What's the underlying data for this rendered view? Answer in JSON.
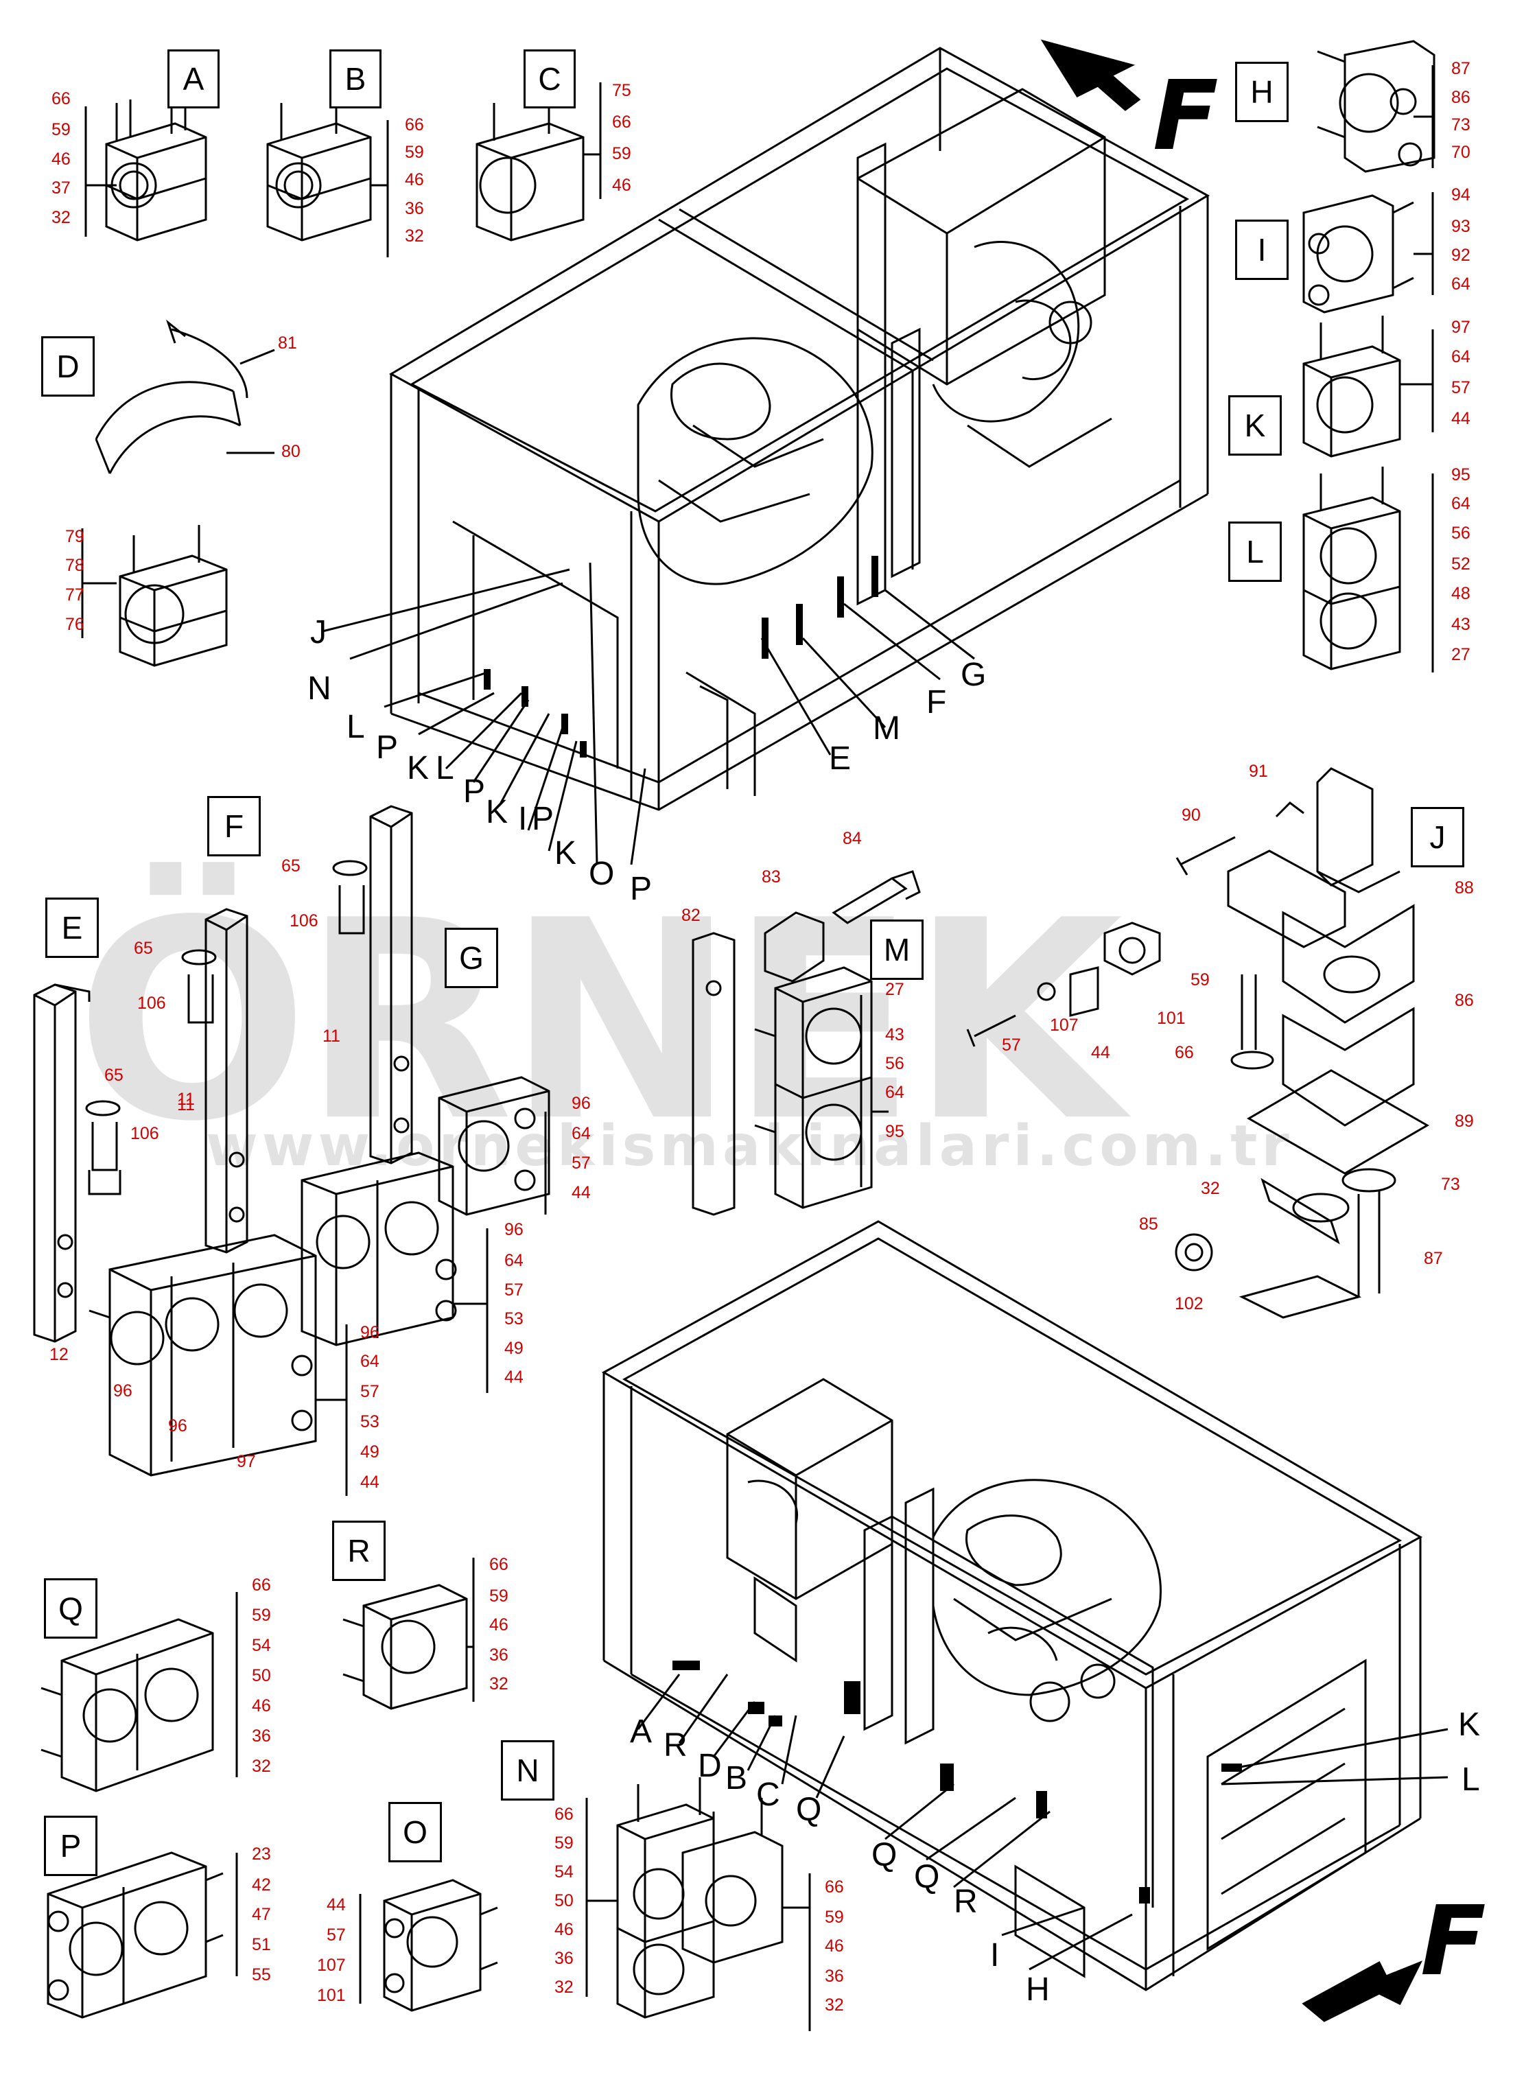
{
  "watermark": {
    "brand": "ÖRNEK",
    "url": "www.ornekismakinalari.com.tr"
  },
  "direction_letter": "F",
  "detail_boxes": {
    "A": {
      "label": "A",
      "parts": [
        "66",
        "59",
        "46",
        "37",
        "32"
      ]
    },
    "B": {
      "label": "B",
      "parts": [
        "66",
        "59",
        "46",
        "36",
        "32"
      ]
    },
    "C": {
      "label": "C",
      "parts": [
        "75",
        "66",
        "59",
        "46"
      ]
    },
    "D": {
      "label": "D",
      "parts": [
        "81",
        "80",
        "79",
        "78",
        "77",
        "76"
      ]
    },
    "E": {
      "label": "E",
      "parts": [
        "65",
        "106",
        "11",
        "12",
        "96",
        "96",
        "97",
        "96",
        "64",
        "57",
        "53",
        "49",
        "44"
      ]
    },
    "F": {
      "label": "F",
      "parts": [
        "65",
        "106",
        "11"
      ]
    },
    "G": {
      "label": "G",
      "parts": [
        "65",
        "106",
        "11",
        "96",
        "64",
        "57",
        "44",
        "96",
        "64",
        "57",
        "53",
        "49",
        "44"
      ]
    },
    "H": {
      "label": "H",
      "parts": [
        "87",
        "86",
        "73",
        "70"
      ]
    },
    "I": {
      "label": "I",
      "parts": [
        "94",
        "93",
        "92",
        "64"
      ]
    },
    "J": {
      "label": "J",
      "parts": [
        "91",
        "90",
        "88",
        "86",
        "89",
        "73",
        "87",
        "85",
        "102",
        "59",
        "66",
        "32"
      ]
    },
    "K": {
      "label": "K",
      "parts": [
        "97",
        "64",
        "57",
        "44"
      ]
    },
    "L": {
      "label": "L",
      "parts": [
        "95",
        "64",
        "56",
        "52",
        "48",
        "43",
        "27"
      ]
    },
    "M": {
      "label": "M",
      "parts": [
        "84",
        "83",
        "82",
        "27",
        "43",
        "56",
        "64",
        "95",
        "57",
        "107",
        "44",
        "101"
      ]
    },
    "N": {
      "label": "N",
      "parts": [
        "66",
        "59",
        "54",
        "50",
        "46",
        "36",
        "32",
        "66",
        "59",
        "46",
        "36",
        "32"
      ]
    },
    "O": {
      "label": "O",
      "parts": [
        "44",
        "57",
        "107",
        "101"
      ]
    },
    "P": {
      "label": "P",
      "parts": [
        "23",
        "42",
        "47",
        "51",
        "55"
      ]
    },
    "Q": {
      "label": "Q",
      "parts": [
        "66",
        "59",
        "54",
        "50",
        "46",
        "36",
        "32"
      ]
    },
    "R": {
      "label": "R",
      "parts": [
        "66",
        "59",
        "46",
        "36",
        "32"
      ]
    }
  },
  "upper_callouts": [
    "J",
    "N",
    "L",
    "P",
    "K",
    "L",
    "P",
    "K",
    "I",
    "P",
    "K",
    "O",
    "P",
    "E",
    "M",
    "F",
    "G"
  ],
  "lower_callouts": [
    "A",
    "R",
    "D",
    "B",
    "C",
    "Q",
    "Q",
    "Q",
    "R",
    "I",
    "H",
    "K",
    "L"
  ],
  "icons": [
    "arrow-icon",
    "frame-icon",
    "engine-icon",
    "clamp-icon"
  ]
}
